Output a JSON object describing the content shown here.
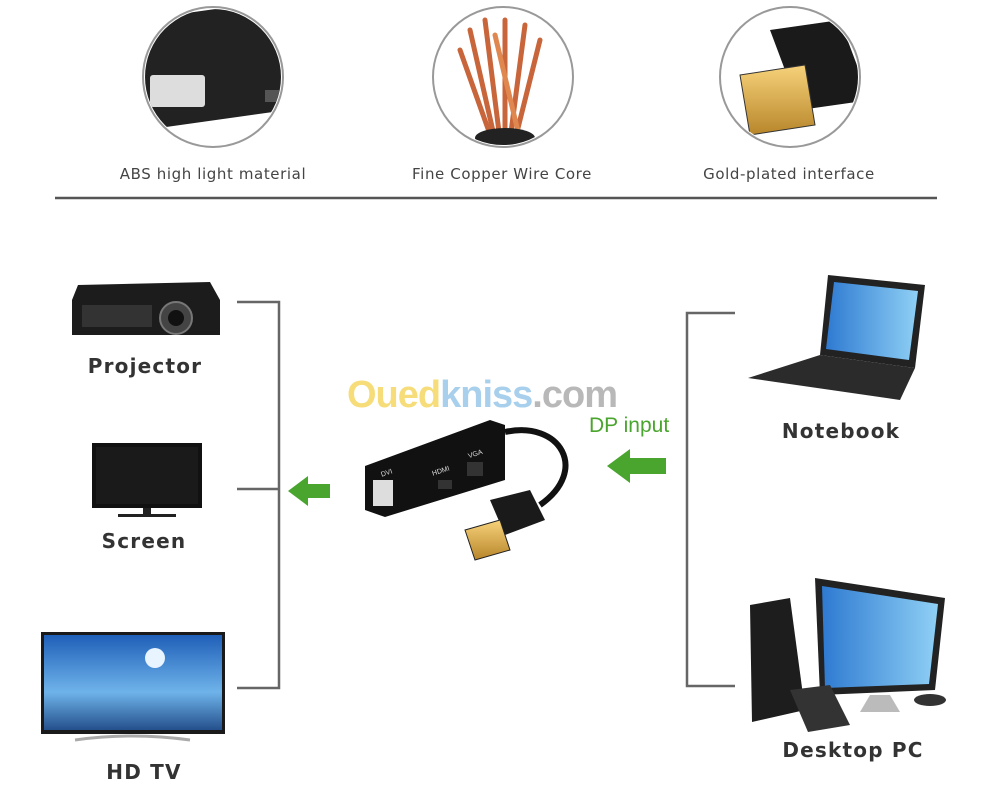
{
  "features": [
    {
      "label": "ABS high light material",
      "icon": "adapter-closeup"
    },
    {
      "label": "Fine Copper Wire Core",
      "icon": "copper-wire"
    },
    {
      "label": "Gold-plated interface",
      "icon": "displayport-plug"
    }
  ],
  "outputs": [
    {
      "label": "Projector"
    },
    {
      "label": "Screen"
    },
    {
      "label": "HD TV"
    }
  ],
  "inputs": [
    {
      "label": "Notebook"
    },
    {
      "label": "Desktop PC"
    }
  ],
  "center": {
    "dp_input_label": "DP input",
    "port_labels": [
      "DVI",
      "HDMI",
      "VGA"
    ]
  },
  "watermark": {
    "part1": "Oued",
    "part2": "kniss",
    "part3": ".com"
  },
  "colors": {
    "arrow": "#4aa52e",
    "bracket": "#666666",
    "text": "#333333"
  }
}
